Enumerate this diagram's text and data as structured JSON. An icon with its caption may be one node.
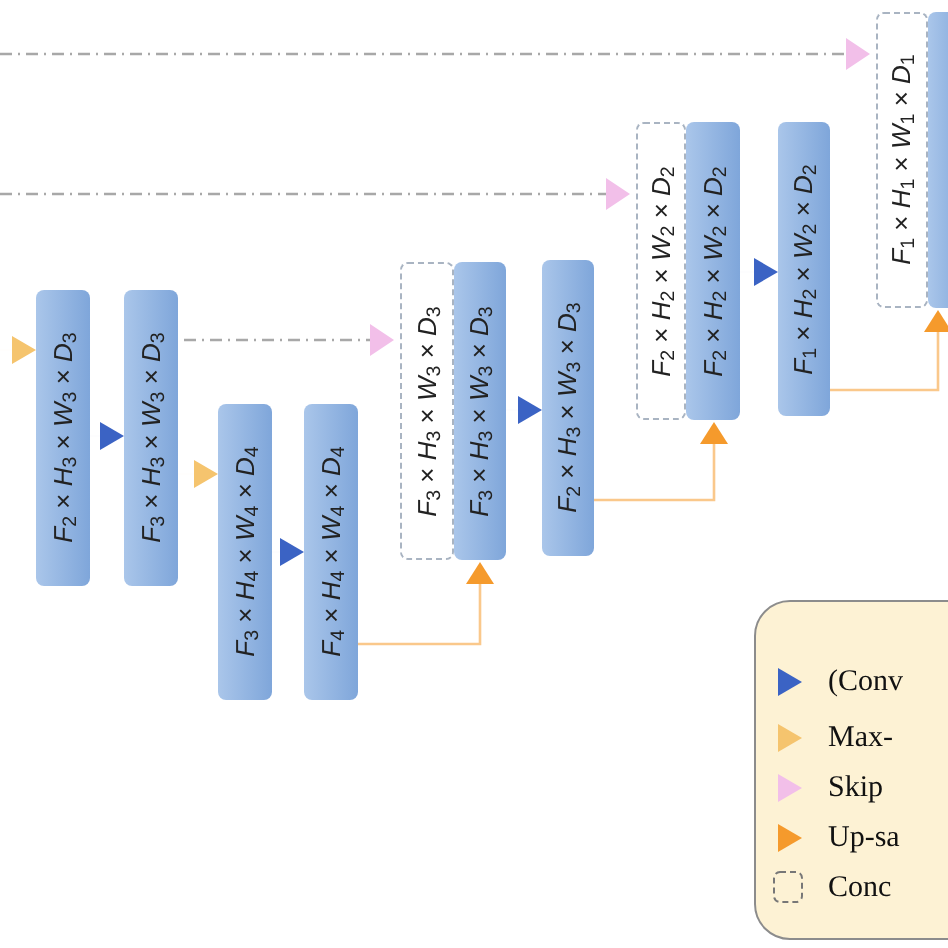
{
  "diagram": {
    "nodes": [
      {
        "text": [
          "*F*$_{2}$ × *H*$_{3}$ × *W*$_{3}$ × *D*$_{3}$"
        ]
      },
      {
        "text": [
          "*F*$_{3}$ × *H*$_{3}$ × *W*$_{3}$ × *D*$_{3}$"
        ]
      },
      {
        "text": [
          "*F*$_{3}$ × *H*$_{4}$ × *W*$_{4}$ × *D*$_{4}$"
        ]
      },
      {
        "text": [
          "*F*$_{4}$ × *H*$_{4}$ × *W*$_{4}$ × *D*$_{4}$"
        ]
      },
      {
        "text": [
          "*F*$_{3}$ × *H*$_{3}$ × *W*$_{3}$ × *D*$_{3}$"
        ]
      },
      {
        "text": [
          "*F*$_{3}$ × *H*$_{3}$ × *W*$_{3}$ × *D*$_{3}$"
        ]
      },
      {
        "text": [
          "*F*$_{2}$ × *H*$_{3}$ × *W*$_{3}$ × *D*$_{3}$"
        ]
      },
      {
        "text": [
          "*F*$_{2}$ × *H*$_{2}$ × *W*$_{2}$ × *D*$_{2}$"
        ]
      },
      {
        "text": [
          "*F*$_{2}$ × *H*$_{2}$ × *W*$_{2}$ × *D*$_{2}$"
        ]
      },
      {
        "text": [
          "*F*$_{1}$ × *H*$_{2}$ × *W*$_{2}$ × *D*$_{2}$"
        ]
      },
      {
        "text": [
          "*F*$_{1}$ × *H*$_{1}$ × *W*$_{1}$ × *D*$_{1}$"
        ]
      },
      {
        "text": [],
        "shape": "box"
      }
    ],
    "edges": [
      {
        "from": null,
        "to": 0,
        "arrow": "to",
        "color": "#f5c46e"
      },
      {
        "from": 0,
        "to": 1,
        "arrow": "to",
        "color": "#3b63c4"
      },
      {
        "from": 1,
        "to": 2,
        "arrow": "to",
        "color": "#f5c46e"
      },
      {
        "from": 2,
        "to": 3,
        "arrow": "to",
        "color": "#3b63c4"
      },
      {
        "from": 1,
        "to": 4,
        "arrow": "to",
        "style": "dashed",
        "color": "#a8a8a8"
      },
      {
        "from": 3,
        "to": 5,
        "arrow": "to",
        "color": "#f59a2c"
      },
      {
        "from": 5,
        "to": 6,
        "arrow": "to",
        "color": "#3b63c4"
      },
      {
        "from": null,
        "to": 7,
        "arrow": "to",
        "style": "dashed",
        "color": "#a8a8a8"
      },
      {
        "from": 6,
        "to": 8,
        "arrow": "to",
        "color": "#f59a2c"
      },
      {
        "from": 8,
        "to": 9,
        "arrow": "to",
        "color": "#3b63c4"
      },
      {
        "from": null,
        "to": 10,
        "arrow": "to",
        "style": "dashed",
        "color": "#a8a8a8"
      },
      {
        "from": 9,
        "to": 11,
        "arrow": "to",
        "color": "#f59a2c"
      }
    ],
    "legend": [
      {
        "text": "(Conv"
      },
      {
        "text": "Max-"
      },
      {
        "text": "Skip"
      },
      {
        "text": "Up-sa"
      },
      {
        "text": "Conc"
      }
    ]
  }
}
